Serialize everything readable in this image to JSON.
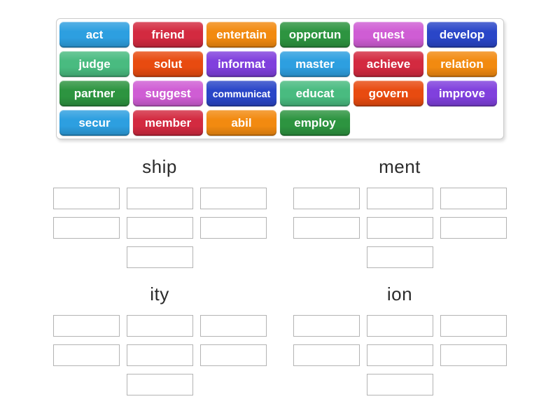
{
  "palette": {
    "blue": "#2d9fe0",
    "red": "#d32a40",
    "orange": "#f28a10",
    "green": "#2d9440",
    "orchid": "#cf5dd4",
    "darkblue": "#2a46c8",
    "emerald": "#49bb80",
    "orangered": "#e84b10",
    "purple": "#8040dd"
  },
  "tray": {
    "tiles": [
      {
        "label": "act",
        "color": "blue"
      },
      {
        "label": "friend",
        "color": "red"
      },
      {
        "label": "entertain",
        "color": "orange"
      },
      {
        "label": "opportun",
        "color": "green"
      },
      {
        "label": "quest",
        "color": "orchid"
      },
      {
        "label": "develop",
        "color": "darkblue"
      },
      {
        "label": "judge",
        "color": "emerald"
      },
      {
        "label": "solut",
        "color": "orangered"
      },
      {
        "label": "informat",
        "color": "purple"
      },
      {
        "label": "master",
        "color": "blue"
      },
      {
        "label": "achieve",
        "color": "red"
      },
      {
        "label": "relation",
        "color": "orange"
      },
      {
        "label": "partner",
        "color": "green"
      },
      {
        "label": "suggest",
        "color": "orchid"
      },
      {
        "label": "communicat",
        "color": "darkblue"
      },
      {
        "label": "educat",
        "color": "emerald"
      },
      {
        "label": "govern",
        "color": "orangered"
      },
      {
        "label": "improve",
        "color": "purple"
      },
      {
        "label": "secur",
        "color": "blue"
      },
      {
        "label": "member",
        "color": "red"
      },
      {
        "label": "abil",
        "color": "orange"
      },
      {
        "label": "employ",
        "color": "green"
      }
    ]
  },
  "groups": [
    {
      "label": "ship",
      "slots": 7
    },
    {
      "label": "ment",
      "slots": 7
    },
    {
      "label": "ity",
      "slots": 7
    },
    {
      "label": "ion",
      "slots": 7
    }
  ]
}
